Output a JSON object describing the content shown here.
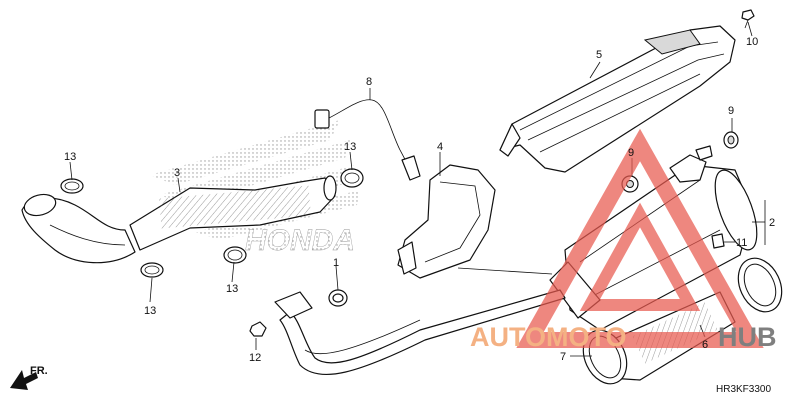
{
  "diagram": {
    "code": "HR3KF3300",
    "front_marker": "FR.",
    "watermark_brand": "HONDA",
    "watermark": {
      "text_left": "AUTOMOTO",
      "text_right": "HUB",
      "color_left": "#f4b183",
      "color_right": "#7f7f7f",
      "triangle_color": "#e8594f"
    },
    "callouts": {
      "c1": "1",
      "c2": "2",
      "c3": "3",
      "c4": "4",
      "c5": "5",
      "c6": "6",
      "c7": "7",
      "c8": "8",
      "c9a": "9",
      "c9b": "9",
      "c10": "10",
      "c11": "11",
      "c12": "12",
      "c13a": "13",
      "c13b": "13",
      "c13c": "13",
      "c13d": "13"
    }
  }
}
